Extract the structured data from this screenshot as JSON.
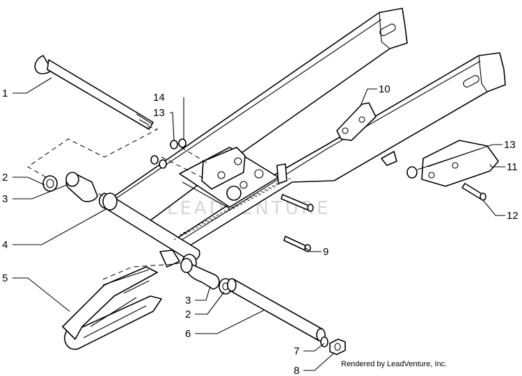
{
  "diagram": {
    "watermark": "LEADVENTURE",
    "credit": "Rendered by LeadVenture, Inc.",
    "callouts": [
      {
        "id": "c1",
        "label": "1"
      },
      {
        "id": "c2a",
        "label": "2"
      },
      {
        "id": "c3a",
        "label": "3"
      },
      {
        "id": "c4",
        "label": "4"
      },
      {
        "id": "c5",
        "label": "5"
      },
      {
        "id": "c3b",
        "label": "3"
      },
      {
        "id": "c2b",
        "label": "2"
      },
      {
        "id": "c6",
        "label": "6"
      },
      {
        "id": "c7",
        "label": "7"
      },
      {
        "id": "c8",
        "label": "8"
      },
      {
        "id": "c9",
        "label": "9"
      },
      {
        "id": "c10",
        "label": "10"
      },
      {
        "id": "c11",
        "label": "11"
      },
      {
        "id": "c12",
        "label": "12"
      },
      {
        "id": "c13a",
        "label": "13"
      },
      {
        "id": "c13b",
        "label": "13"
      },
      {
        "id": "c14",
        "label": "14"
      }
    ]
  }
}
